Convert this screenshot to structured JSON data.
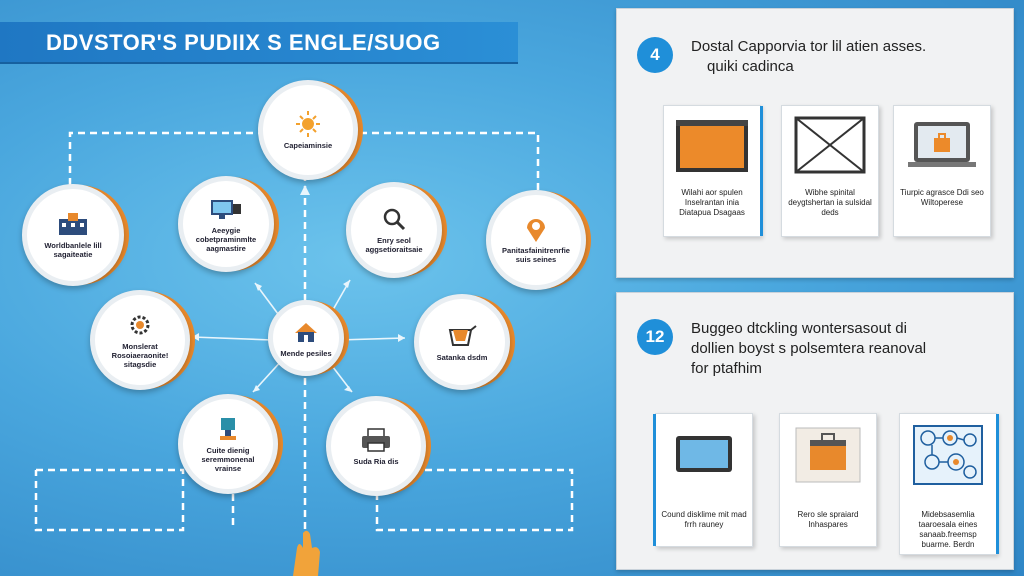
{
  "title": "DDVSTOR'S PUDIIX S ENGLE/SUOG",
  "diagram": {
    "nodes": [
      {
        "id": "top",
        "label": "Capeiaminsie",
        "icon": "sun-icon"
      },
      {
        "id": "left-outer",
        "label": "Worldbanlele lill sagaiteatie",
        "icon": "building-icon"
      },
      {
        "id": "upper-left",
        "label": "Aeeygie cobetpraminmlte aagmastire",
        "icon": "monitor-icon"
      },
      {
        "id": "upper-right",
        "label": "Enry seol aggsetioraitsaie",
        "icon": "magnifier-icon"
      },
      {
        "id": "right-outer",
        "label": "Panitasfainitrenrfie suis seines",
        "icon": "location-pin-icon"
      },
      {
        "id": "left",
        "label": "Monslerat Rosoiaeraonite! sitagsdie",
        "icon": "gear-icon"
      },
      {
        "id": "center",
        "label": "Mende pesiles",
        "icon": "home-icon"
      },
      {
        "id": "right",
        "label": "Satanka dsdm",
        "icon": "shopping-bag-icon"
      },
      {
        "id": "lower-left",
        "label": "Cuite dienig seremmonenal vrainse",
        "icon": "trophy-icon"
      },
      {
        "id": "lower-center",
        "label": "Suda Ria dis",
        "icon": "printer-icon"
      }
    ]
  },
  "panels": [
    {
      "number": "4",
      "text_line1": "Dostal Capporvia tor lil atien asses.",
      "text_line2": "quiki cadinca",
      "cards": [
        {
          "text": "Wilahi aor spulen Inselrantan inia Diatapua Dsagaas",
          "icon": "orange-window-icon"
        },
        {
          "text": "Wibhe spinital deygtshertan ia sulsidal deds",
          "icon": "crossed-frame-icon"
        },
        {
          "text": "Tiurpic agrasce Ddi seo Wiltoperese",
          "icon": "laptop-briefcase-icon"
        }
      ]
    },
    {
      "number": "12",
      "text_line1": "Buggeo dtckling wontersasout di",
      "text_line2": "dollien boyst s polsemtera reanoval",
      "text_line3": "for ptafhim",
      "cards": [
        {
          "text": "Cound disklime mit mad frrh rauney",
          "icon": "tablet-icon"
        },
        {
          "text": "Rero sle spraiard Inhaspares",
          "icon": "briefcase-box-icon"
        },
        {
          "text": "Midebsasemlia taaroesala eines sanaab.freemsp buarme. Berdn",
          "icon": "network-map-icon"
        }
      ]
    }
  ],
  "colors": {
    "accent_blue": "#1f8fd9",
    "accent_orange": "#e8892c",
    "background_blue": "#4aa7de"
  }
}
